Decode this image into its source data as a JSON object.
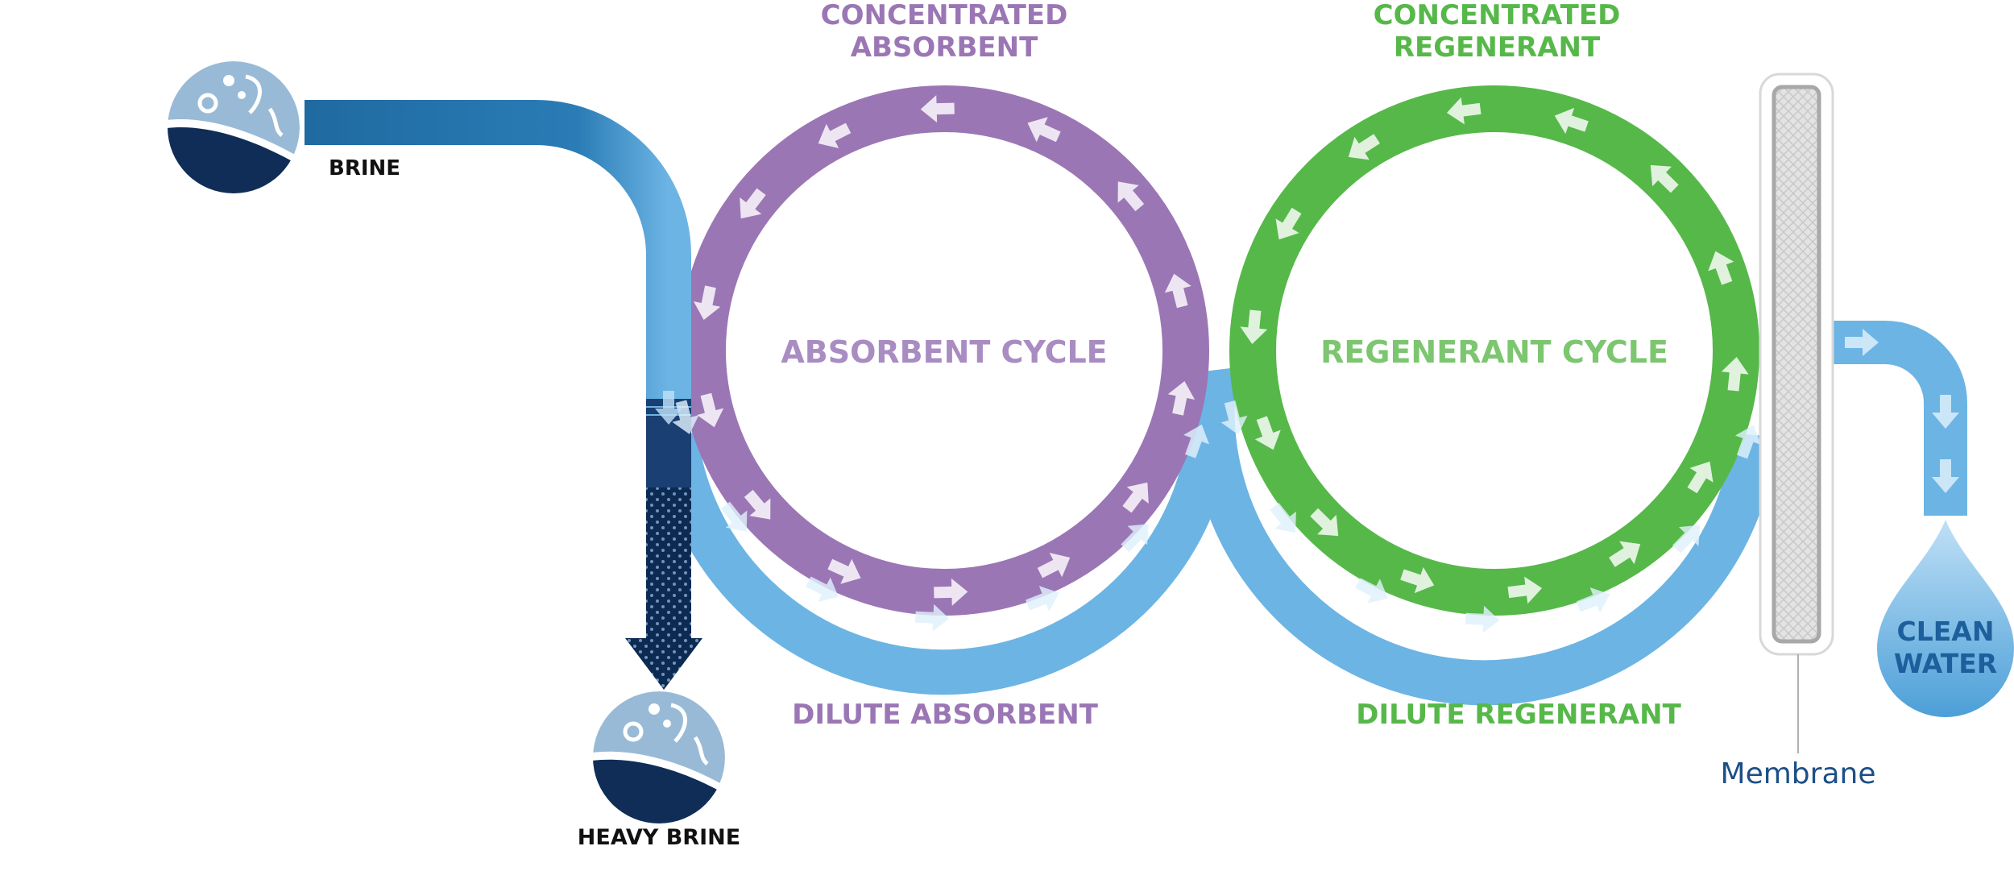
{
  "labels": {
    "brine": "BRINE",
    "heavy_brine": "HEAVY BRINE",
    "concentrated_absorbent_line1": "CONCENTRATED",
    "concentrated_absorbent_line2": "ABSORBENT",
    "concentrated_regenerant_line1": "CONCENTRATED",
    "concentrated_regenerant_line2": "REGENERANT",
    "absorbent_cycle": "ABSORBENT CYCLE",
    "regenerant_cycle": "REGENERANT CYCLE",
    "dilute_absorbent": "DILUTE ABSORBENT",
    "dilute_regenerant": "DILUTE REGENERANT",
    "clean_water_line1": "CLEAN",
    "clean_water_line2": "WATER",
    "membrane": "Membrane"
  },
  "colors": {
    "brine_pipe": "#1f6aa0",
    "dark_navy": "#0d2a52",
    "light_blue": "#6cb4e4",
    "purple": "#9b76b5",
    "green": "#56b849",
    "membrane_label": "#1c4f86",
    "clean_water_text": "#1d5f9c"
  },
  "icons": {
    "brine": "brine-droplet-icon",
    "heavy_brine": "heavy-brine-droplet-icon",
    "clean_water": "water-drop-icon"
  }
}
